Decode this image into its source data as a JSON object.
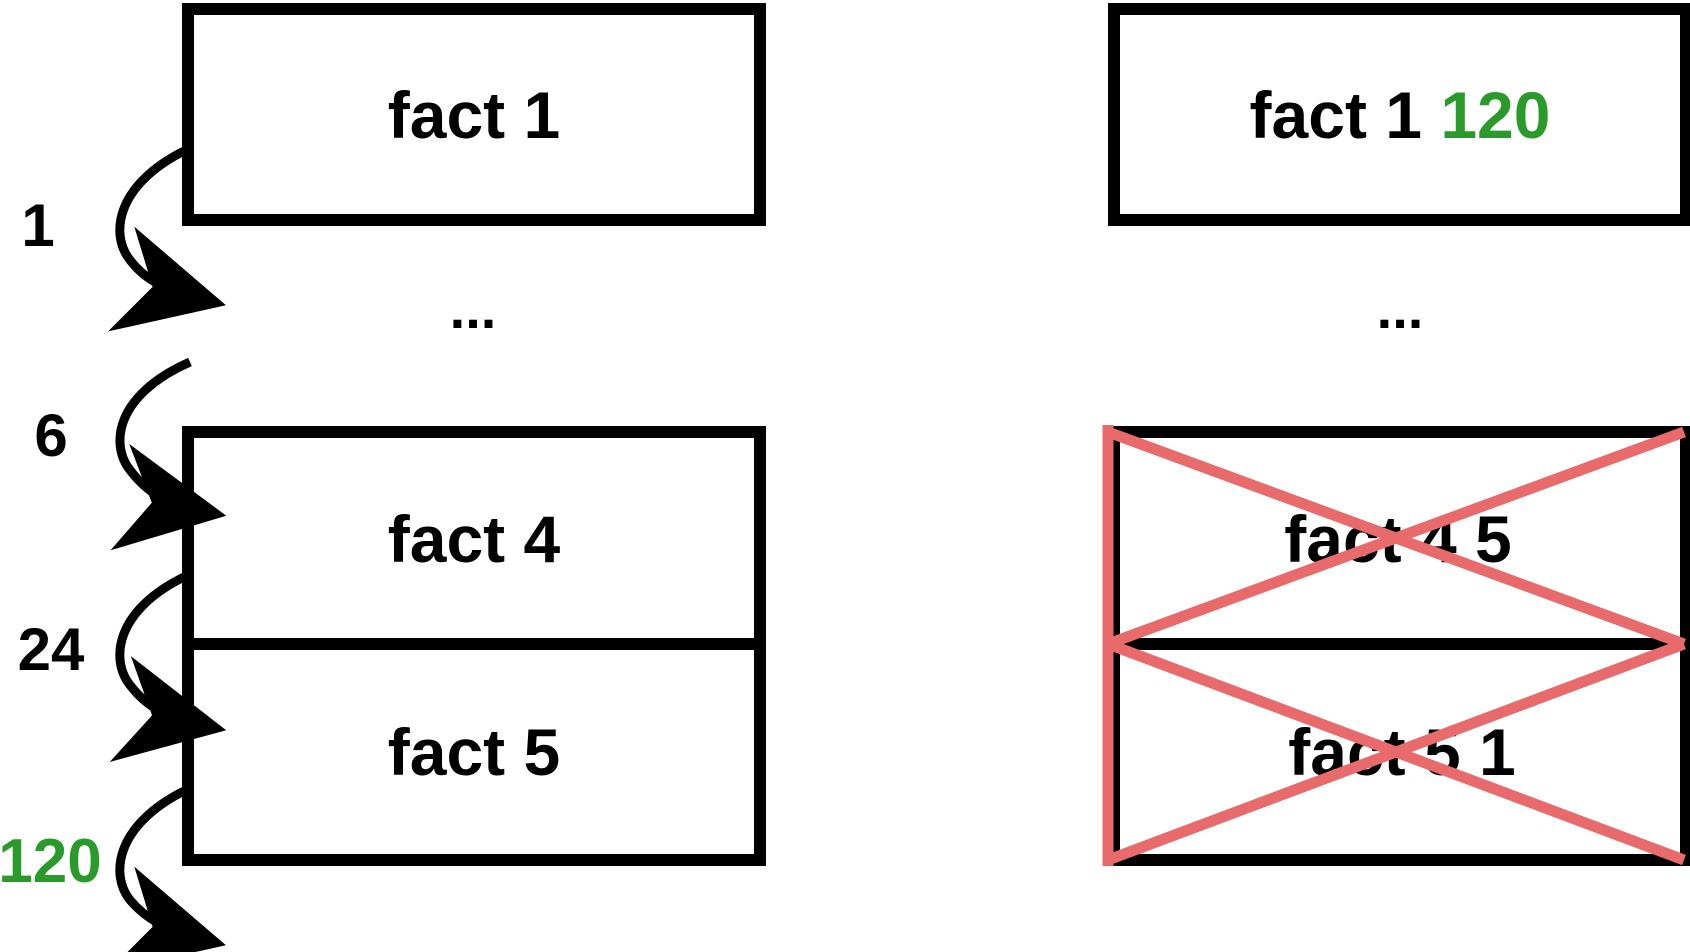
{
  "colors": {
    "stroke": "#000000",
    "highlight": "#2a9a2a",
    "cross_out": "#e86a6a",
    "background": "#ffffff"
  },
  "left_stack": {
    "frame_top": "fact 1",
    "ellipsis": "...",
    "frame_middle": "fact 4",
    "frame_bottom": "fact 5"
  },
  "return_values": {
    "v1": "1",
    "v2": "6",
    "v3": "24",
    "v4": "120"
  },
  "right_stack": {
    "frame_top_text": "fact 1",
    "frame_top_result": "120",
    "ellipsis": "...",
    "frame_middle": "fact 4 5",
    "frame_bottom": "fact 5 1"
  }
}
